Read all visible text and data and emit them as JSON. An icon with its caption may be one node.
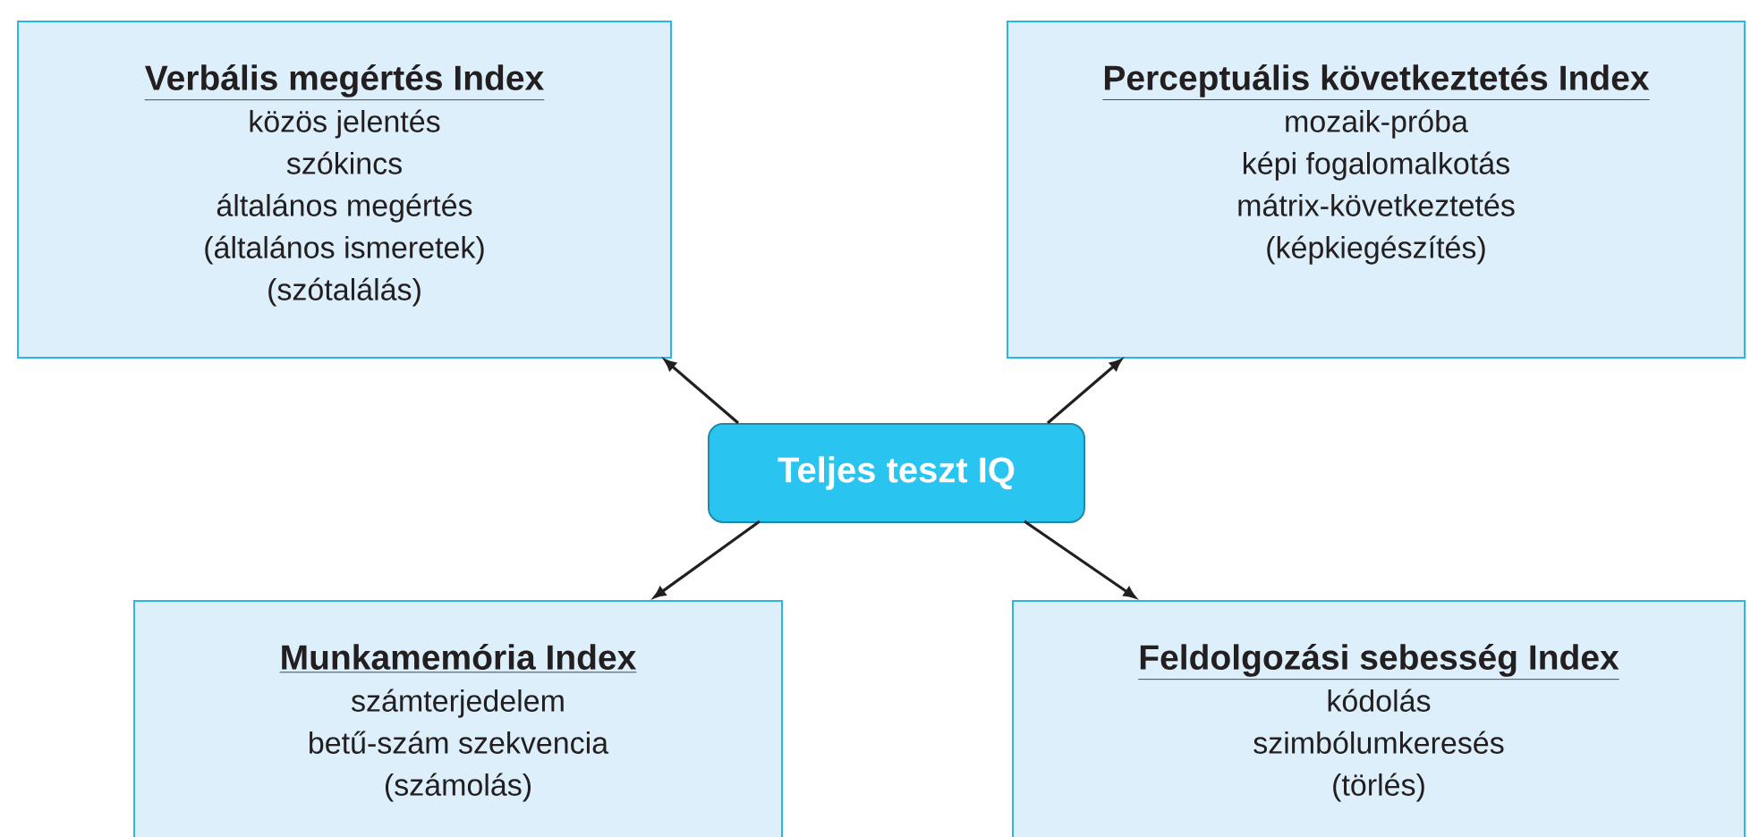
{
  "diagram": {
    "nodes": [
      {
        "text": [
          "Verbális megértés Index",
          "közös jelentés",
          "szókincs",
          "általános megértés",
          "(általános ismeretek)",
          "(szótalálás)"
        ]
      },
      {
        "text": [
          "Perceptuális következtetés Index",
          "mozaik-próba",
          "képi fogalomalkotás",
          "mátrix-következtetés",
          "(képkiegészítés)"
        ]
      },
      {
        "text": [
          "Teljes teszt IQ"
        ]
      },
      {
        "text": [
          "Munkamemória Index",
          "számterjedelem",
          "betű-szám szekvencia",
          "(számolás)"
        ]
      },
      {
        "text": [
          "Feldolgozási sebesség Index",
          "kódolás",
          "szimbólumkeresés",
          "(törlés)"
        ]
      }
    ],
    "edges": [
      {
        "from": 2,
        "to": 0,
        "arrow": "to"
      },
      {
        "from": 2,
        "to": 1,
        "arrow": "to"
      },
      {
        "from": 2,
        "to": 3,
        "arrow": "to"
      },
      {
        "from": 2,
        "to": 4,
        "arrow": "to"
      }
    ]
  }
}
